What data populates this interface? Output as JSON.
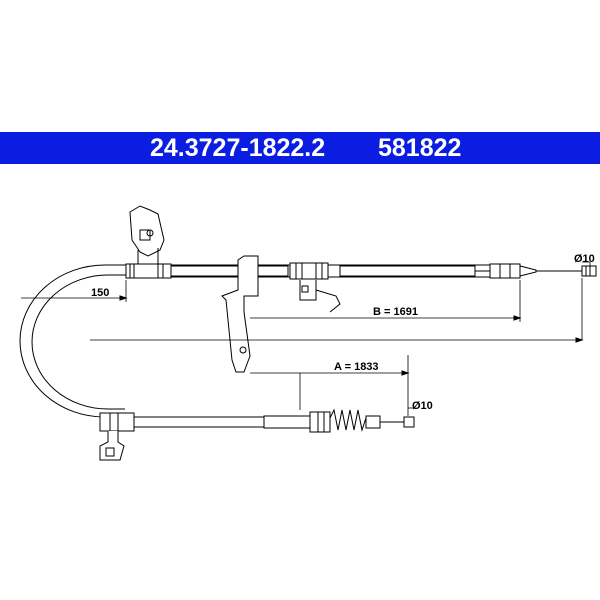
{
  "header": {
    "part_number": "24.3727-1822.2",
    "ref_number": "581822",
    "bar_color": "#0b1de0"
  },
  "dimensions": {
    "offset_label": "150",
    "b_label": "B = 1691",
    "a_label": "A = 1833",
    "dia_top_label": "Ø10",
    "dia_bottom_label": "Ø10"
  }
}
